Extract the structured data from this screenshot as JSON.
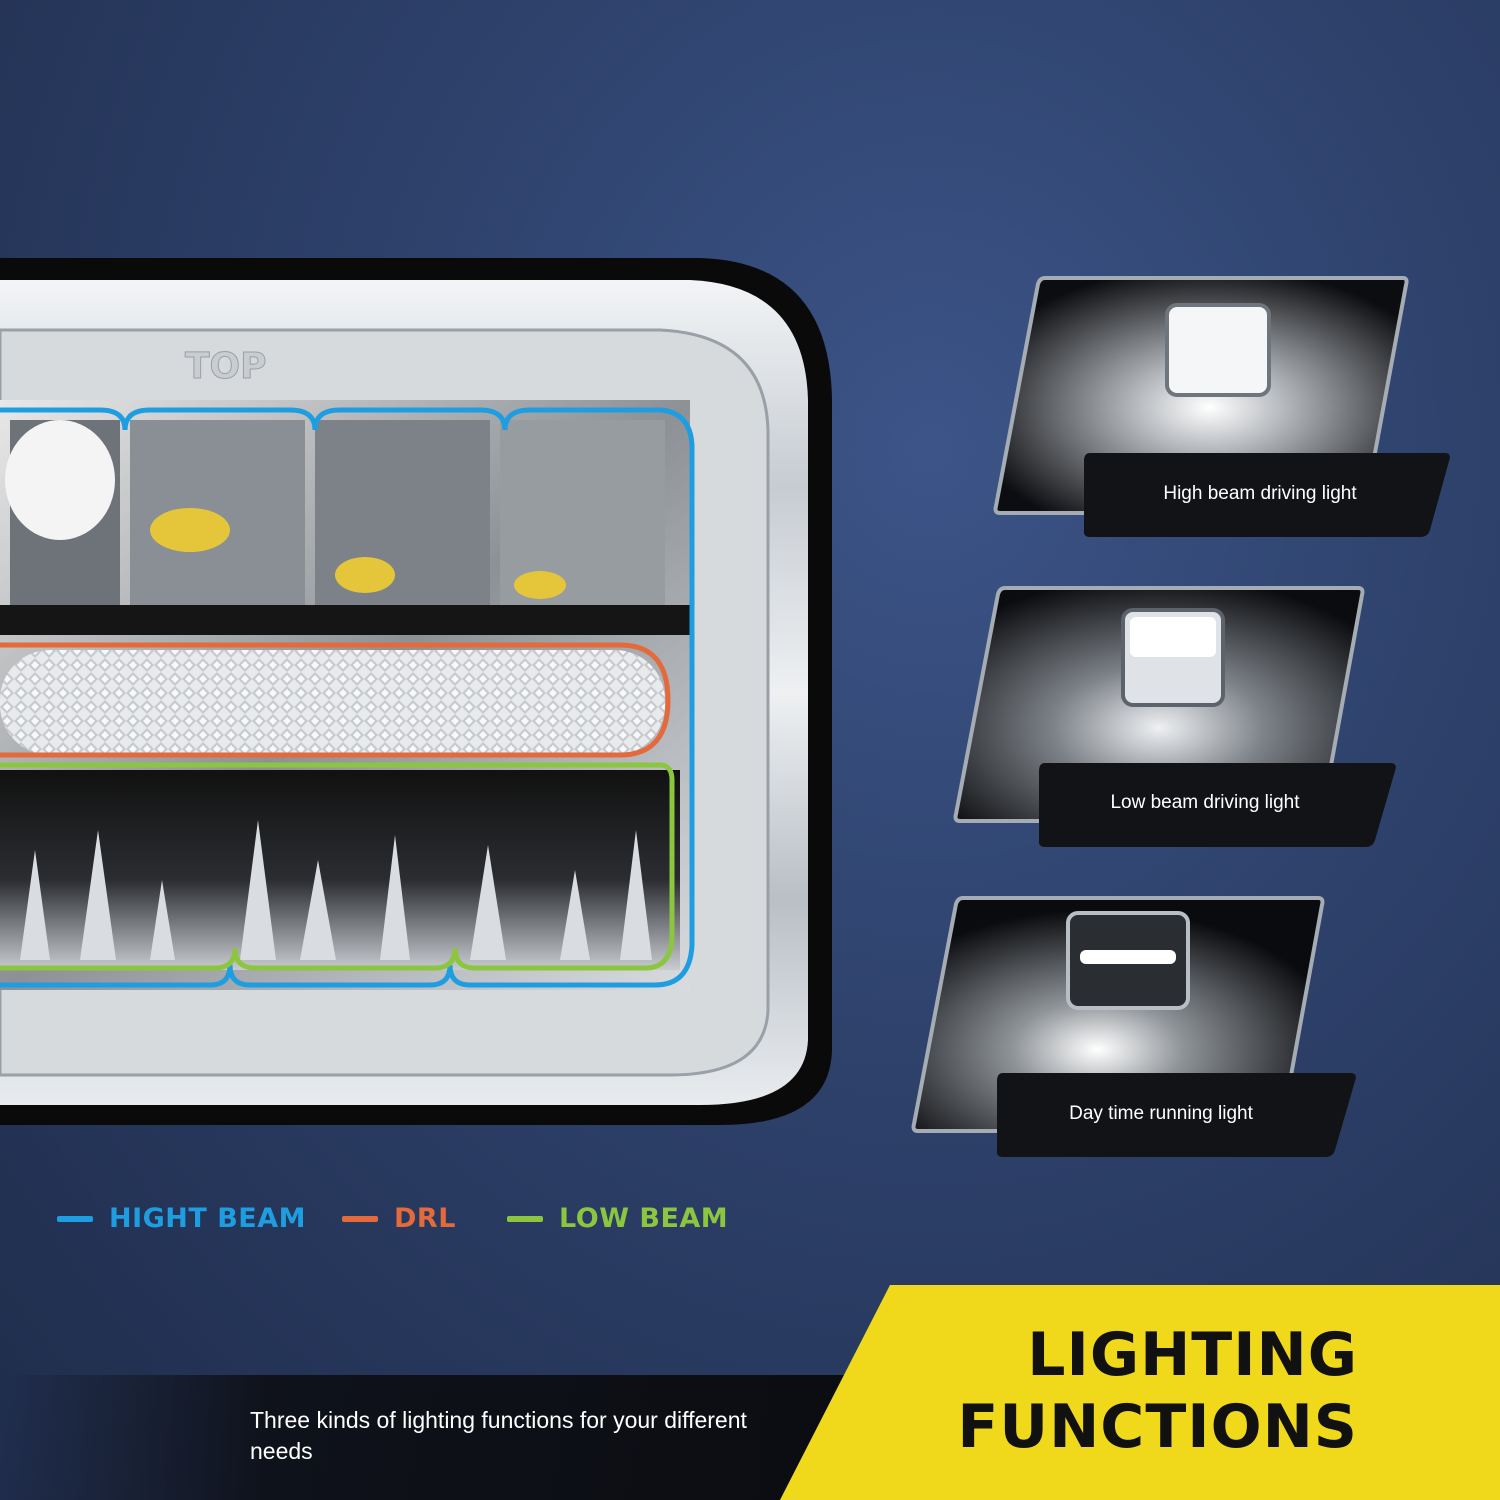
{
  "legend": {
    "items": [
      {
        "label": "HIGHT BEAM",
        "color": "#1e9ee0"
      },
      {
        "label": "DRL",
        "color": "#e46a3c"
      },
      {
        "label": "LOW BEAM",
        "color": "#8cc63f"
      }
    ]
  },
  "cards": [
    {
      "label": "High beam driving light"
    },
    {
      "label": "Low beam driving light"
    },
    {
      "label": "Day time running light"
    }
  ],
  "banner": {
    "title_line1": "LIGHTING",
    "title_line2": "FUNCTIONS",
    "subtitle": "Three kinds of lighting functions for your different needs",
    "accent_color": "#f0d81a"
  },
  "headlamp": {
    "emboss_text": "TOP"
  }
}
